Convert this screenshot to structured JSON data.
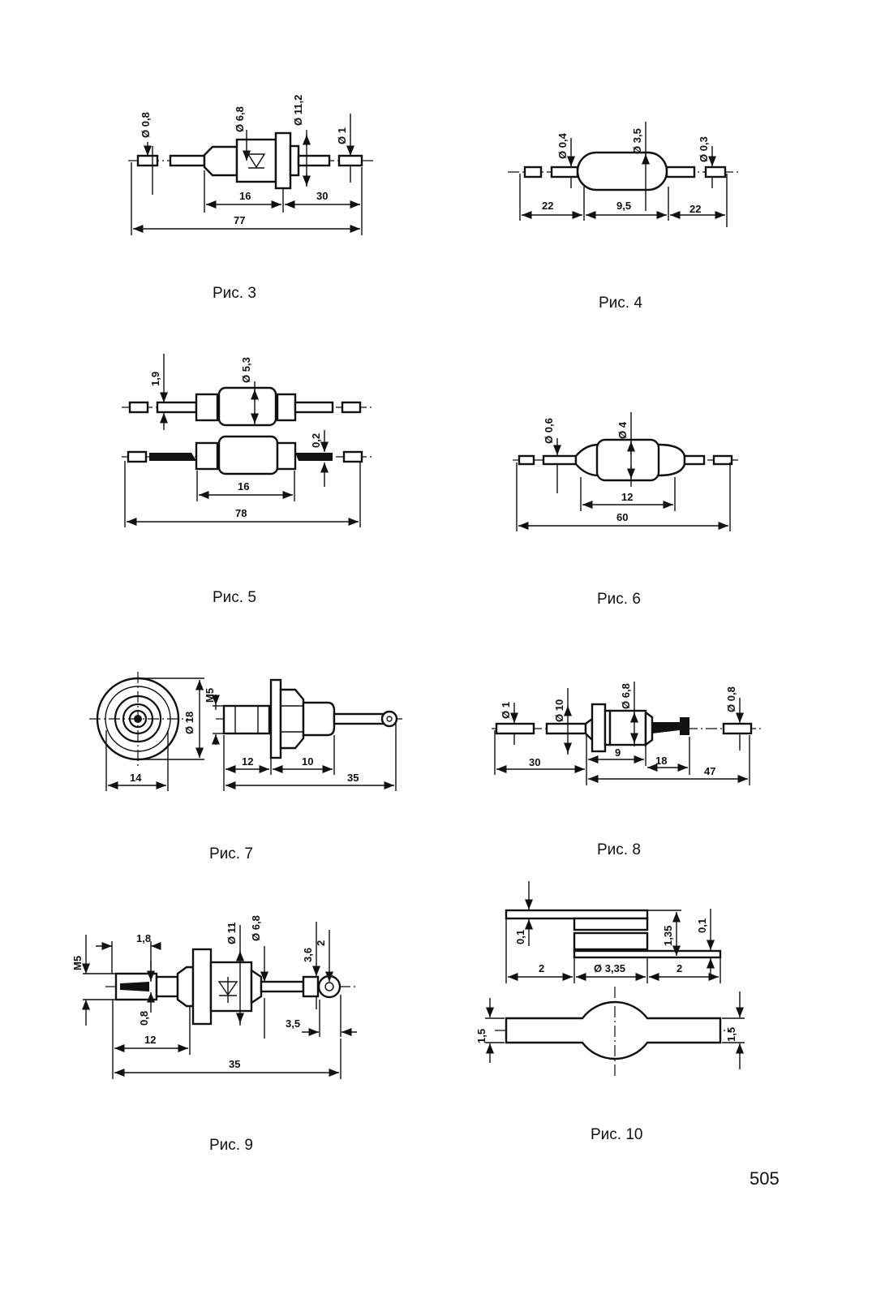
{
  "figures": [
    {
      "caption": "Рис. 3",
      "dims": [
        "Ø 0,8",
        "Ø 6,8",
        "Ø 11,2",
        "Ø 1",
        "16",
        "30",
        "77"
      ]
    },
    {
      "caption": "Рис. 4",
      "dims": [
        "Ø 0,4",
        "Ø 3,5",
        "Ø 0,3",
        "22",
        "9,5",
        "22"
      ]
    },
    {
      "caption": "Рис. 5",
      "dims": [
        "1,9",
        "Ø 5,3",
        "0,2",
        "16",
        "78"
      ]
    },
    {
      "caption": "Рис. 6",
      "dims": [
        "Ø 0,6",
        "Ø 4",
        "12",
        "60"
      ]
    },
    {
      "caption": "Рис. 7",
      "dims": [
        "Ø 18",
        "M5",
        "14",
        "12",
        "10",
        "35"
      ]
    },
    {
      "caption": "Рис. 8",
      "dims": [
        "Ø 1",
        "Ø 10",
        "Ø 6,8",
        "Ø 0,8",
        "30",
        "9",
        "18",
        "47"
      ]
    },
    {
      "caption": "Рис. 9",
      "dims": [
        "M5",
        "1,8",
        "Ø 11",
        "Ø 6,8",
        "3,6",
        "2",
        "0,8",
        "3,5",
        "12",
        "35"
      ]
    },
    {
      "caption": "Рис. 10",
      "dims": [
        "0,1",
        "1,35",
        "0,1",
        "2",
        "Ø 3,35",
        "2",
        "1,5",
        "1,5"
      ]
    }
  ],
  "page_number": "505"
}
